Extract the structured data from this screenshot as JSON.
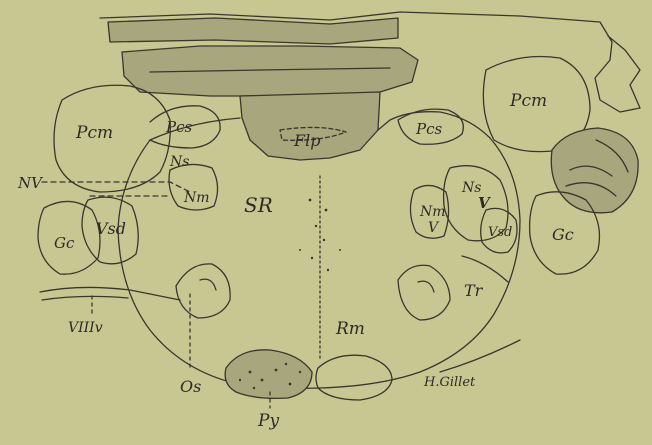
{
  "figure": {
    "background": "#c9c791",
    "ink": "#3a362c",
    "shade": "#a8a67c",
    "labels": {
      "pcm_left": "Pcm",
      "pcm_right": "Pcm",
      "pcs_left": "Pcs",
      "pcs_right": "Pcs",
      "flp": "Flp",
      "ns_left": "Ns",
      "nv": "NV",
      "nm_left": "Nm",
      "sr": "SR",
      "vsd_left": "Vsd",
      "gc_left": "Gc",
      "ns_right": "Ns",
      "v_upper": "V",
      "nm_right": "Nm",
      "v_lower": "V",
      "vsd_right": "Vsd",
      "gc_right": "Gc",
      "tr": "Tr",
      "rm": "Rm",
      "viiiv": "VIIIv",
      "os": "Os",
      "py": "Py",
      "signature": "H.Gillet"
    }
  }
}
